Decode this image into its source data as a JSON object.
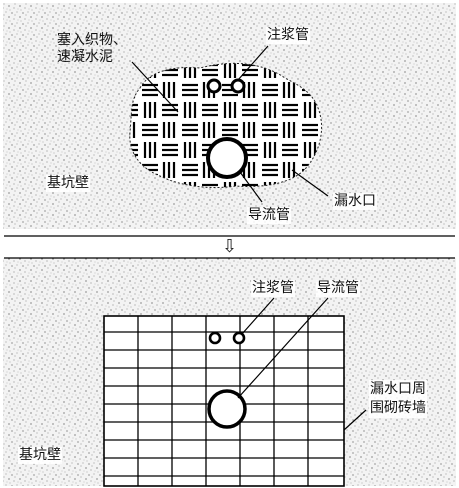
{
  "top": {
    "label_plug": [
      "塞入织物、",
      "速凝水泥"
    ],
    "label_grout": "注浆管",
    "label_wall": "基坑壁",
    "label_drain": "导流管",
    "label_leak": "漏水口"
  },
  "arrow": "⇩",
  "bottom": {
    "label_grout": "注浆管",
    "label_drain": "导流管",
    "label_wall": "基坑壁",
    "label_brick": [
      "漏水口周",
      "围砌砖墙"
    ]
  }
}
